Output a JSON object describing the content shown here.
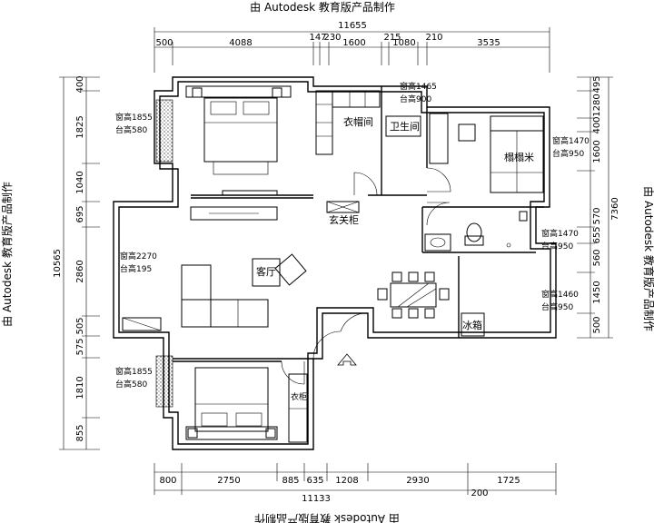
{
  "watermark": "由 Autodesk 教育版产品制作",
  "top_total": "11655",
  "top_dims": [
    "500",
    "4088",
    "147",
    "230",
    "1600",
    "215",
    "1080",
    "210",
    "3535"
  ],
  "bottom_dims": [
    "800",
    "2750",
    "885",
    "635",
    "1208",
    "2930",
    "1725"
  ],
  "bottom_total": "11133",
  "bottom_small": "200",
  "left_total": "10565",
  "left_dims": [
    "400",
    "1825",
    "1040",
    "695",
    "2860",
    "505",
    "575",
    "1810",
    "855"
  ],
  "right_total": "7360",
  "right_dims": [
    "495",
    "1280",
    "400",
    "1600",
    "655",
    "570",
    "560",
    "1450",
    "500"
  ],
  "rooms": {
    "closet": "衣帽间",
    "bath": "卫生间",
    "tatami": "榻榻米",
    "foyer_cabinet": "玄关柜",
    "living": "客厅",
    "fridge": "冰箱",
    "wardrobe": "衣柜"
  },
  "notes": {
    "bed1_a": "窗高1855",
    "bed1_b": "台高580",
    "top_a": "窗高1465",
    "top_b": "台高900",
    "tat_a": "窗高1470",
    "tat_b": "台高950",
    "ba_a": "窗高1470",
    "ba_b": "台高950",
    "liv_a": "窗高2270",
    "liv_b": "台高195",
    "kit_a": "窗高1460",
    "kit_b": "台高950",
    "bed2_a": "窗高1855",
    "bed2_b": "台高580"
  }
}
